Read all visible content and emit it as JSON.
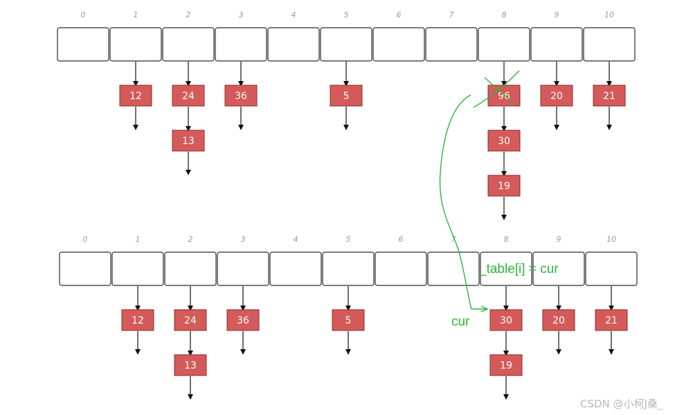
{
  "diagrams": [
    {
      "indices": [
        "0",
        "1",
        "2",
        "3",
        "4",
        "5",
        "6",
        "7",
        "8",
        "9",
        "10"
      ],
      "chains": [
        {
          "slot": 1,
          "nodes": [
            "12"
          ]
        },
        {
          "slot": 2,
          "nodes": [
            "24",
            "13"
          ]
        },
        {
          "slot": 3,
          "nodes": [
            "36"
          ]
        },
        {
          "slot": 5,
          "nodes": [
            "5"
          ]
        },
        {
          "slot": 8,
          "nodes": [
            "96",
            "30",
            "19"
          ]
        },
        {
          "slot": 9,
          "nodes": [
            "20"
          ]
        },
        {
          "slot": 10,
          "nodes": [
            "21"
          ]
        }
      ]
    },
    {
      "indices": [
        "0",
        "1",
        "2",
        "3",
        "4",
        "5",
        "6",
        "7",
        "8",
        "9",
        "10"
      ],
      "chains": [
        {
          "slot": 1,
          "nodes": [
            "12"
          ]
        },
        {
          "slot": 2,
          "nodes": [
            "24",
            "13"
          ]
        },
        {
          "slot": 3,
          "nodes": [
            "36"
          ]
        },
        {
          "slot": 5,
          "nodes": [
            "5"
          ]
        },
        {
          "slot": 8,
          "nodes": [
            "30",
            "19"
          ]
        },
        {
          "slot": 9,
          "nodes": [
            "20"
          ]
        },
        {
          "slot": 10,
          "nodes": [
            "21"
          ]
        }
      ]
    }
  ],
  "annotations": {
    "assign": "_table[i] = cur",
    "cur": "cur",
    "crossed_node": "96"
  },
  "watermark": "CSDN @小柯J桑_",
  "colors": {
    "node": "#d55a5a",
    "annotation": "#2db53a"
  }
}
